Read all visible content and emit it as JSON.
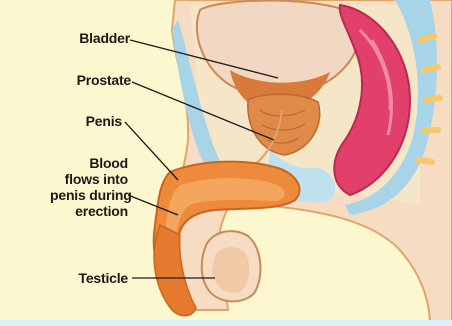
{
  "labels": {
    "bladder": "Bladder",
    "prostate": "Prostate",
    "penis": "Penis",
    "blood_line1": "Blood",
    "blood_line2": "flows into",
    "blood_line3": "penis during",
    "blood_line4": "erection",
    "testicle": "Testicle"
  },
  "colors": {
    "background": "#fdf7cf",
    "skin": "#f7dcc4",
    "body_edge": "#e0a56a",
    "erectile_tissue": "#ee8a3c",
    "blue_tissue": "#a8d4e8",
    "bladder": "#d97a3c",
    "rectum": "#e0406a",
    "leader_line": "#1a1a1a"
  }
}
